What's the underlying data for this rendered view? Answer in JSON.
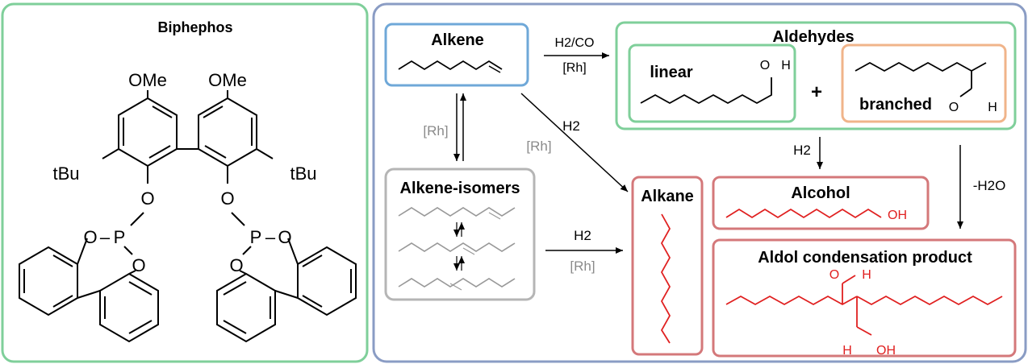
{
  "colors": {
    "green": "#7fcf9a",
    "blue_outer": "#8a9cc4",
    "blue_box": "#6fa8d8",
    "gray": "#b5b5b5",
    "orange": "#f0b48a",
    "red_box": "#d4787a",
    "red_mol": "#e02020",
    "gray_text": "#8a8a8a"
  },
  "biphephos": {
    "title": "Biphephos",
    "ome_left": "OMe",
    "ome_right": "OMe",
    "tbu_left": "tBu",
    "tbu_right": "tBu",
    "o_left_link": "O",
    "o_right_link": "O",
    "p_left": "P",
    "p_right": "P",
    "o_left_1": "O",
    "o_left_2": "O",
    "o_right_1": "O",
    "o_right_2": "O",
    "dash": "–"
  },
  "scheme": {
    "alkene": "Alkene",
    "h2co": "H2/CO",
    "rh_top": "[Rh]",
    "aldehydes": "Aldehydes",
    "linear": "linear",
    "plus": "+",
    "branched": "branched",
    "o": "O",
    "h": "H",
    "rh_iso": "[Rh]",
    "rh_diag": "[Rh]",
    "h2_diag": "H2",
    "h2_ald": "H2",
    "minus_h2o": "-H2O",
    "isomers": "Alkene-isomers",
    "h2_iso": "H2",
    "rh_iso2": "[Rh]",
    "alkane": "Alkane",
    "alcohol": "Alcohol",
    "oh": "OH",
    "aldol": "Aldol condensation product"
  }
}
